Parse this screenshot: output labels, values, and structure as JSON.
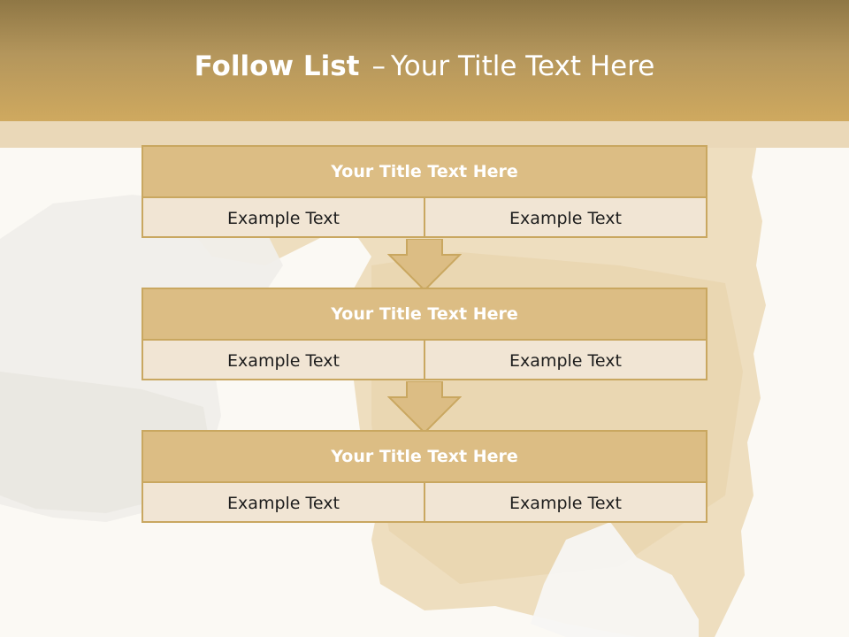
{
  "slide": {
    "title_bold": "Follow List",
    "title_separator": "–",
    "title_rest": "Your Title Text Here"
  },
  "steps": [
    {
      "title": "Your Title Text Here",
      "left": "Example Text",
      "right": "Example Text"
    },
    {
      "title": "Your Title Text Here",
      "left": "Example Text",
      "right": "Example Text"
    },
    {
      "title": "Your Title Text Here",
      "left": "Example Text",
      "right": "Example Text"
    }
  ],
  "colors": {
    "header_top": "#8f7745",
    "header_bottom": "#cfa95f",
    "block_header": "#dcbd84",
    "block_body": "#f1e5d4",
    "border": "#c9a760"
  },
  "icons": [
    "down-arrow-icon",
    "down-arrow-icon"
  ]
}
